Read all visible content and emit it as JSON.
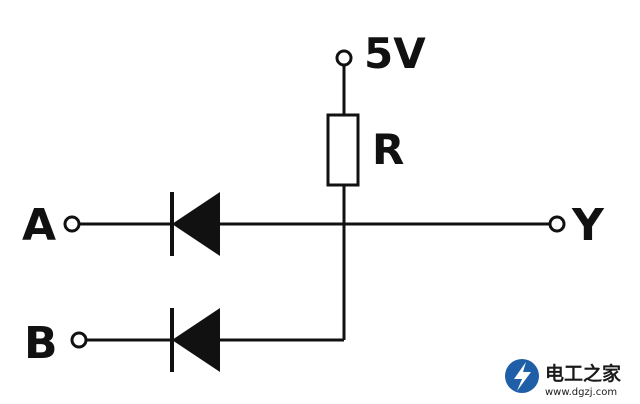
{
  "diagram": {
    "labels": {
      "supply": "5V",
      "resistor": "R",
      "input_a": "A",
      "input_b": "B",
      "output": "Y"
    }
  },
  "watermark": {
    "name": "电工之家",
    "url": "www.dgzj.com",
    "accent": "#1e5fa8"
  },
  "colors": {
    "line": "#111111",
    "background": "#ffffff"
  }
}
